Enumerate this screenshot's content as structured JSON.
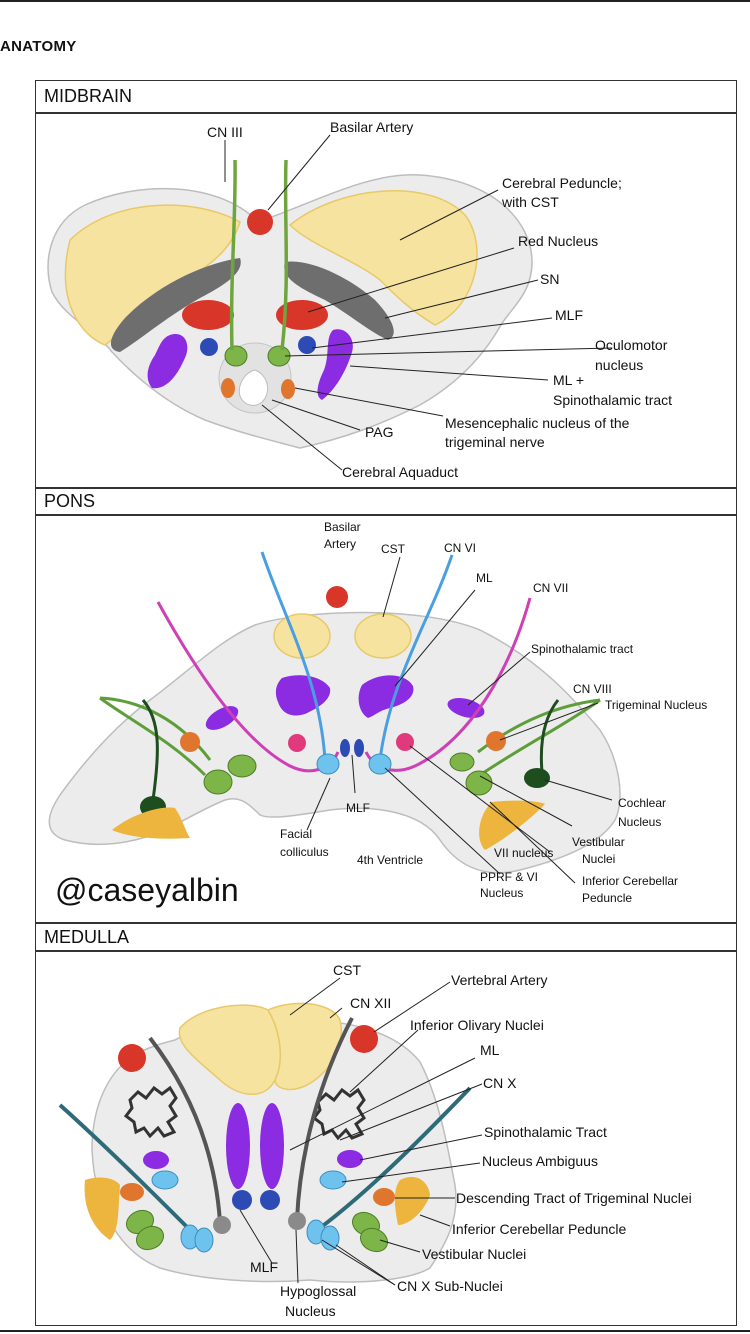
{
  "header": "ANATOMY",
  "sections": {
    "midbrain": "MIDBRAIN",
    "pons": "PONS",
    "medulla": "MEDULLA"
  },
  "watermark": "@caseyalbin",
  "midbrain_labels": {
    "cn3": "CN III",
    "basilar": "Basilar Artery",
    "peduncle_1": "Cerebral Peduncle;",
    "peduncle_2": "with CST",
    "red_nucleus": "Red Nucleus",
    "sn": "SN",
    "mlf": "MLF",
    "oculomotor_1": "Oculomotor",
    "oculomotor_2": "nucleus",
    "ml_1": "ML +",
    "ml_2": "Spinothalamic tract",
    "mesen_1": "Mesencephalic nucleus of the",
    "mesen_2": "trigeminal nerve",
    "pag": "PAG",
    "aqueduct": "Cerebral Aquaduct"
  },
  "pons_labels": {
    "basilar_1": "Basilar",
    "basilar_2": "Artery",
    "cst": "CST",
    "cn6": "CN VI",
    "ml": "ML",
    "cn7": "CN VII",
    "spinothalamic": "Spinothalamic tract",
    "cn8": "CN VIII",
    "trigeminal": "Trigeminal Nucleus",
    "cochlear_1": "Cochlear",
    "cochlear_2": "Nucleus",
    "vestibular_1": "Vestibular",
    "vestibular_2": "Nuclei",
    "icp_1": "Inferior Cerebellar",
    "icp_2": "Peduncle",
    "vii_nucleus": "VII nucleus",
    "pprf_1": "PPRF & VI",
    "pprf_2": "Nucleus",
    "ventricle": "4th Ventricle",
    "mlf": "MLF",
    "facial_1": "Facial",
    "facial_2": "colliculus"
  },
  "medulla_labels": {
    "cst": "CST",
    "cn12": "CN XII",
    "vertebral": "Vertebral Artery",
    "olivary": "Inferior Olivary Nuclei",
    "ml": "ML",
    "cn10": "CN X",
    "spinothalamic": "Spinothalamic Tract",
    "ambiguus": "Nucleus Ambiguus",
    "desc_trig": "Descending Tract of Trigeminal Nuclei",
    "icp": "Inferior Cerebellar Peduncle",
    "vestibular": "Vestibular Nuclei",
    "cn10_sub": "CN X Sub-Nuclei",
    "mlf": "MLF",
    "hypoglossal_1": "Hypoglossal",
    "hypoglossal_2": "Nucleus"
  },
  "colors": {
    "peduncle_yellow": "#F7E3A0",
    "red": "#D9362A",
    "green": "#7DB548",
    "purple": "#8B2BE2",
    "blue_dark": "#2C4BB5",
    "orange": "#E0752E",
    "blue_light": "#6EC3EE",
    "magenta": "#CF3FB6",
    "pink": "#E03A7D",
    "teal": "#2E6A78",
    "body_gray": "#ECECEC"
  }
}
